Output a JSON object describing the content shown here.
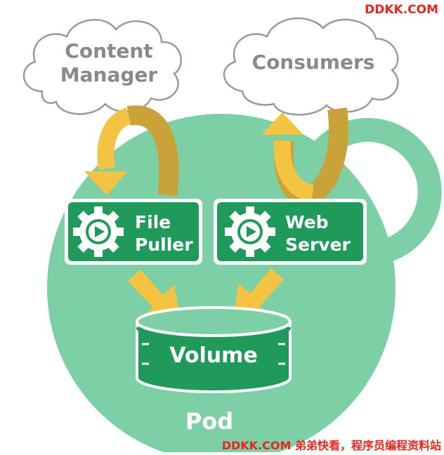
{
  "watermark_top": "DDKK.COM",
  "watermark_bottom": "DDKK.COM 弟弟快看，程序员编程资料站",
  "clouds": {
    "content_manager": [
      "Content",
      "Manager"
    ],
    "consumers": "Consumers"
  },
  "containers": {
    "file_puller": [
      "File",
      "Puller"
    ],
    "web_server": [
      "Web",
      "Server"
    ]
  },
  "volume_label": "Volume",
  "pod_label": "Pod",
  "colors": {
    "pod_fill": "#7dcfa6",
    "container_green": "#1f9a5a",
    "arrow_yellow": "#f5c343",
    "arrow_dark": "#c9a23a",
    "cloud_text": "#8a8a8a",
    "watermark_red": "#e8261d",
    "pod_text": "#ffffff"
  },
  "icons": [
    "cloud-icon",
    "gear-play-icon",
    "cylinder-icon",
    "arrow-icon"
  ]
}
